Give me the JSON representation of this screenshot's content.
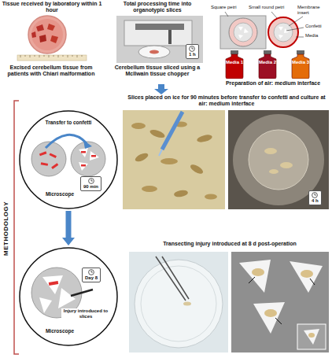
{
  "diagram": {
    "nodes": [
      {
        "text": [
          "1 h"
        ]
      },
      {
        "text": [
          "Media 1"
        ]
      },
      {
        "text": [
          "Media 2"
        ]
      },
      {
        "text": [
          "Media 3"
        ]
      },
      {
        "text": [
          "Transfer to confetti",
          "Microscope"
        ]
      },
      {
        "text": [
          "90 min"
        ],
        "in": 4
      },
      {
        "text": [
          "4 h"
        ]
      },
      {
        "text": [
          "Injury introduced to slices",
          "Microscope"
        ]
      },
      {
        "text": [
          "Day 8"
        ],
        "in": 7
      }
    ],
    "edges": [
      {
        "from": 4,
        "to": 7,
        "arrow": "to"
      }
    ],
    "labels": [
      "Tissue received by laboratory within 1 hour",
      "Total processing time into organotypic slices",
      "Square petri",
      "Small round petri",
      "Membrane insert",
      "Confetti",
      "Media",
      "Excised cerebellum tissue from patients with Chiari malformation",
      "Cerebellum tissue sliced using a McIlwain tissue chopper",
      "Preparation of air: medium interface",
      "METHODOLOGY",
      "Slices placed on ice for 90 minutes before transfer to confetti and culture at air: medium interface",
      "Transecting injury introduced at 8 d post-operation"
    ]
  }
}
